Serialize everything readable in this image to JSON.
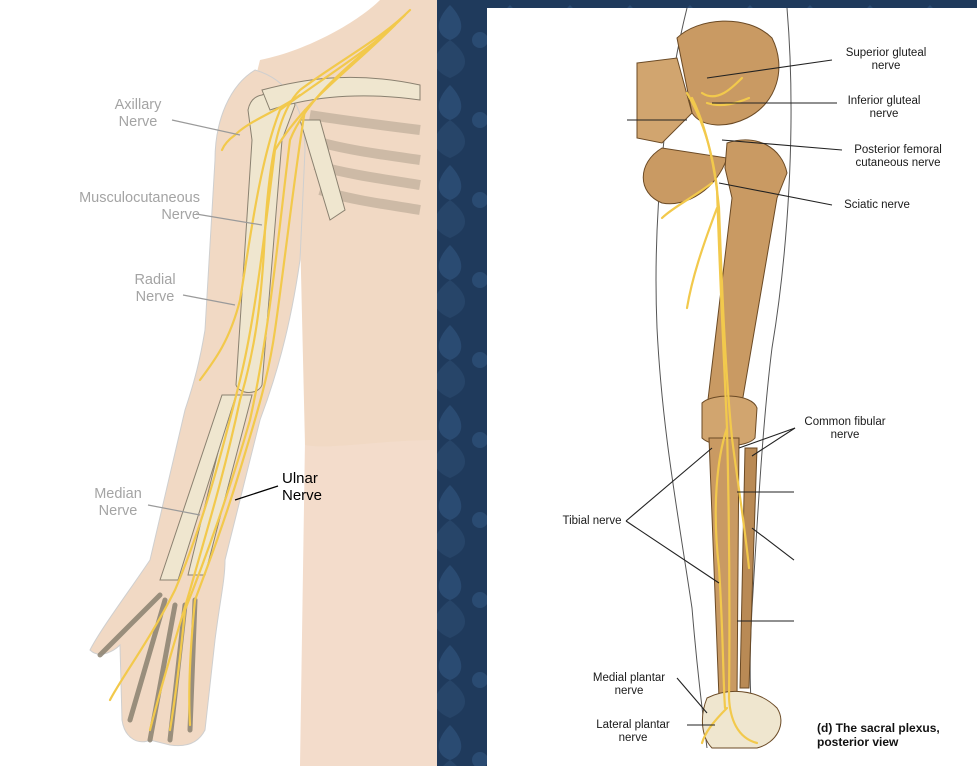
{
  "arm_labels": {
    "axillary": "Axillary\nNerve",
    "musculocutaneous": "Musculocutaneous\nNerve",
    "radial": "Radial\nNerve",
    "median": "Median\nNerve",
    "ulnar": "Ulnar\nNerve"
  },
  "leg_labels": {
    "superior_gluteal": "Superior gluteal\nnerve",
    "inferior_gluteal": "Inferior gluteal\nnerve",
    "posterior_femoral": "Posterior femoral\ncutaneous nerve",
    "sciatic": "Sciatic nerve",
    "common_fibular": "Common fibular\nnerve",
    "tibial": "Tibial nerve",
    "medial_plantar": "Medial plantar\nnerve",
    "lateral_plantar": "Lateral plantar\nnerve",
    "caption": "(d) The sacral plexus,\nposterior view"
  },
  "colors": {
    "background": "#1f3a5c",
    "nerve": "#f2c94c",
    "bone": "#efe6cf",
    "skin": "#f1d9c4",
    "leg_bone": "#c99a63"
  }
}
